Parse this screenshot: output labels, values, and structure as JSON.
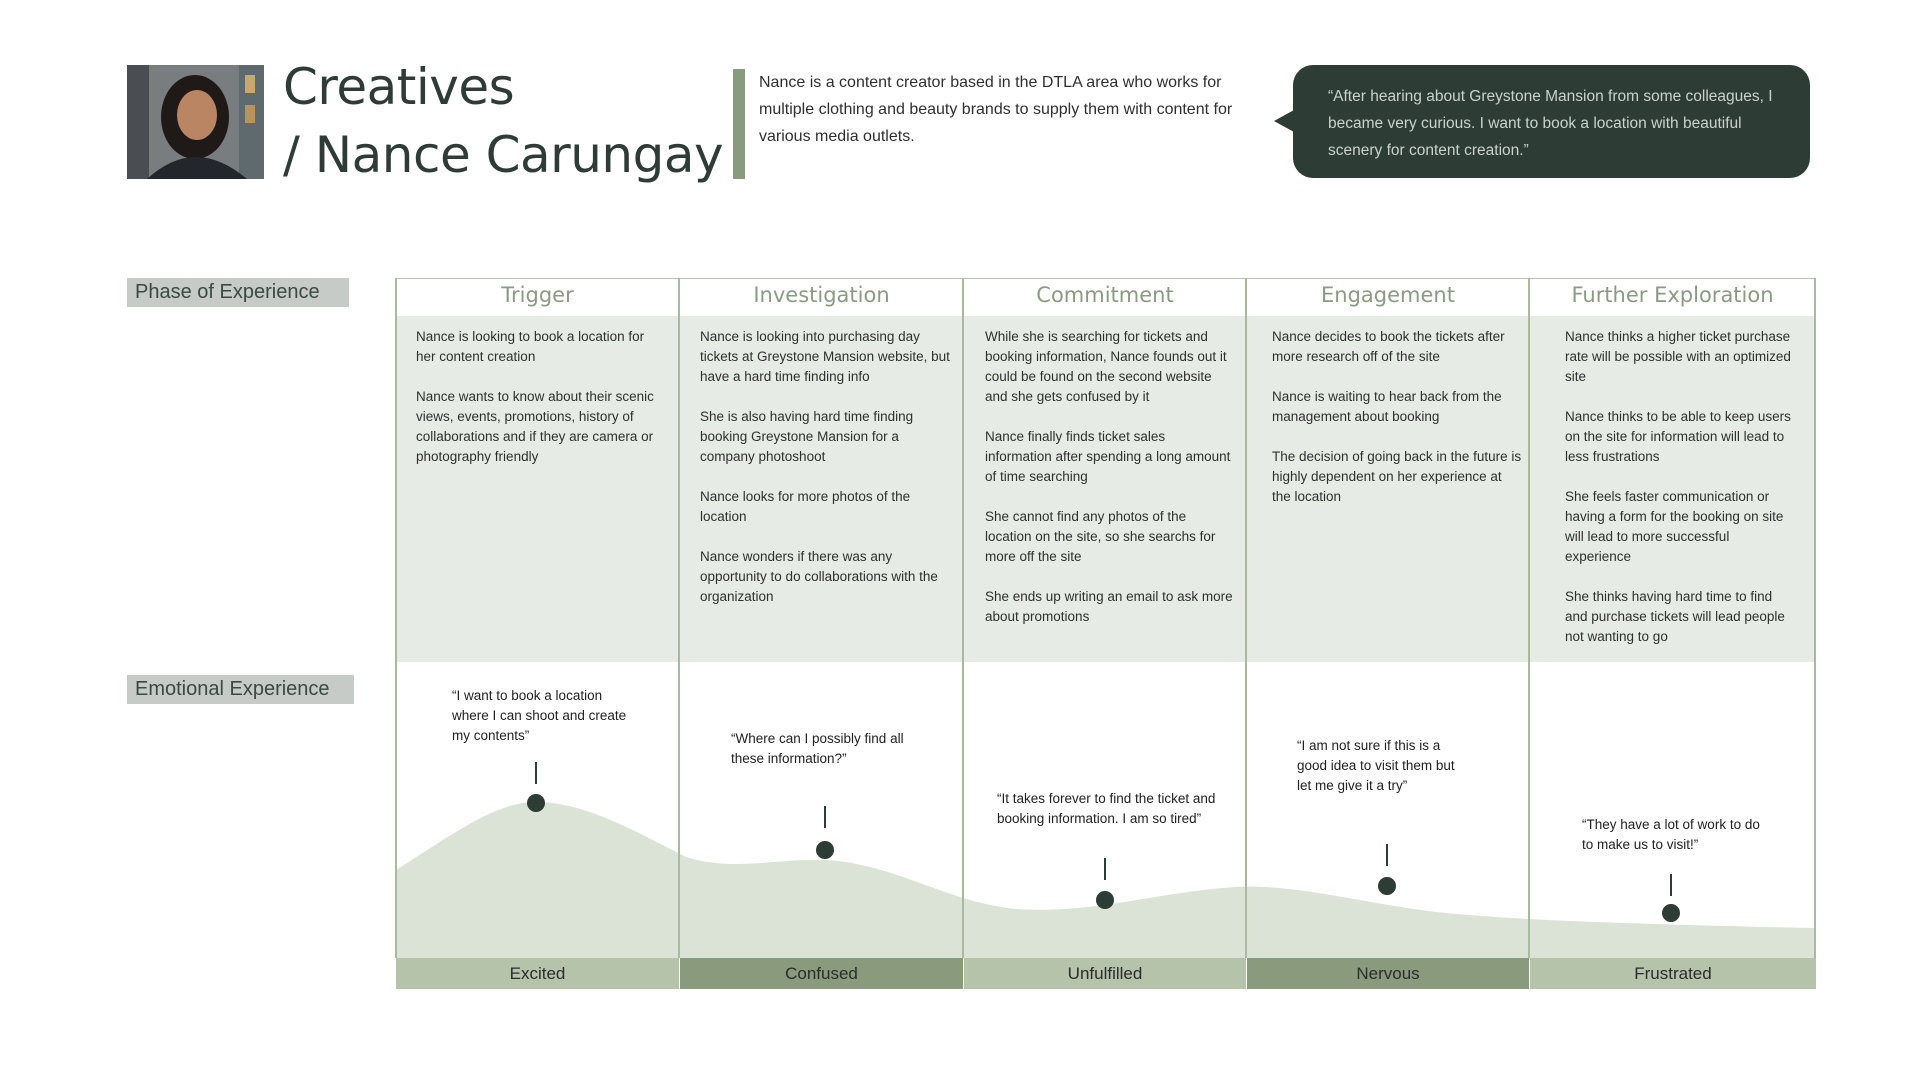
{
  "header": {
    "title_line1": "Creatives",
    "title_line2": "/ Nance Carungay",
    "description": "Nance is a content creator based in the DTLA area who works for multiple clothing and beauty brands to supply them with content for various media outlets.",
    "quote": "“After hearing about Greystone Mansion from some colleagues, I became very curious. I want to book a location with beautiful scenery for content creation.”"
  },
  "labels": {
    "phase": "Phase of Experience",
    "emotion": "Emotional Experience"
  },
  "phases": [
    {
      "title": "Trigger",
      "lines": [
        "Nance is looking to book a location for her content creation",
        "Nance wants to know about their scenic views, events, promotions, history of collaborations and if they are camera or photography friendly"
      ],
      "quote": "“I want to book a location where I can shoot and create my contents”",
      "emotion": "Excited"
    },
    {
      "title": "Investigation",
      "lines": [
        "Nance is looking into purchasing day tickets at Greystone Mansion website, but have a hard time finding info",
        "She is also having hard time finding booking Greystone Mansion for a company photoshoot",
        "Nance looks for more photos of the location",
        "Nance wonders if there was any opportunity to do collaborations with the organization"
      ],
      "quote": "“Where can I possibly find all these information?”",
      "emotion": "Confused"
    },
    {
      "title": "Commitment",
      "lines": [
        "While she is searching for tickets and booking information, Nance founds out it could be found on the second website and she gets confused by it",
        "Nance finally finds ticket sales information after spending a long amount of time searching",
        "She cannot find any photos of the location on the site, so she searchs for more off the site",
        "She ends up writing an email to ask more about promotions"
      ],
      "quote": "“It takes forever to find the ticket and booking information. I am so tired”",
      "emotion": "Unfulfilled"
    },
    {
      "title": "Engagement",
      "lines": [
        "Nance decides to book the tickets after more research off of the site",
        "Nance is waiting to hear back from the management about booking",
        "The decision of going back in the future is highly dependent on her experience at the location"
      ],
      "quote": "“I am not sure if this is a good idea to visit them but let me give it a try”",
      "emotion": "Nervous"
    },
    {
      "title": "Further Exploration",
      "lines": [
        "Nance thinks a higher ticket purchase rate will be possible with an optimized site",
        "Nance thinks to be able to keep users on the site for information will lead to less frustrations",
        "She feels faster communication or having a form for the booking on site will lead to more successful experience",
        "She thinks having hard time to find and purchase tickets will lead people not wanting to go"
      ],
      "quote": "“They have a lot of work to do to make us to visit!”",
      "emotion": "Frustrated"
    }
  ],
  "colors": {
    "dark": "#2d3c35",
    "sage": "#8c9a83",
    "band": "#e6ebe5",
    "curve": "#dbe3d6",
    "label_light": "#b5c3aa",
    "label_dark": "#8a9b7d"
  }
}
